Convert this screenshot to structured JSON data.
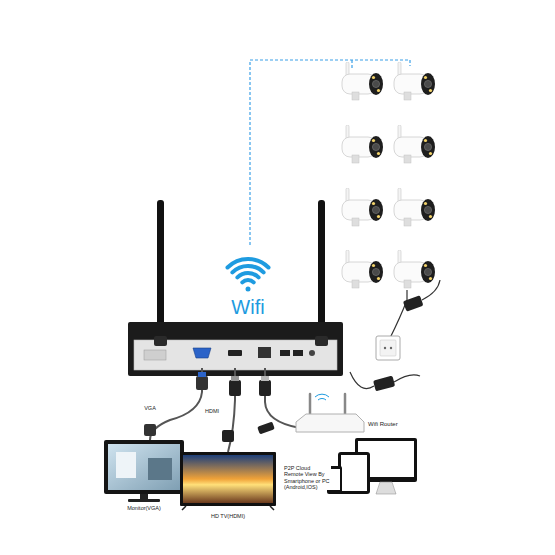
{
  "diagram": {
    "labels": [
      "Wifi",
      "VGA",
      "HDMI",
      "Wifi Router",
      "Monitor(VGA)",
      "HD TV(HDMI)",
      "P2P Cloud Remote View By Smartphone or PC (Android,IOS)"
    ]
  }
}
